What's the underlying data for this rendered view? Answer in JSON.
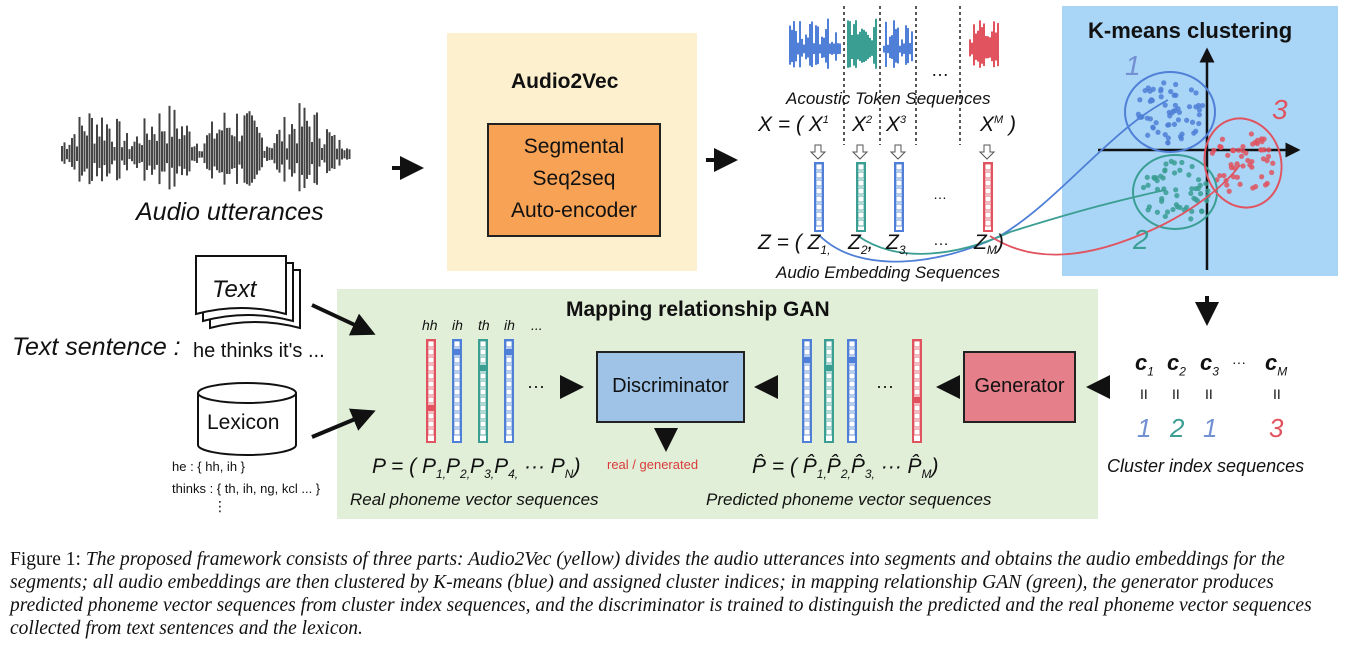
{
  "figure": {
    "audio_utterances": "Audio utterances",
    "audio2vec": {
      "title": "Audio2Vec",
      "box_line1": "Segmental",
      "box_line2": "Seq2seq",
      "box_line3": "Auto-encoder"
    },
    "acoustic": {
      "label": "Acoustic Token Sequences",
      "x_eq": "X = ( X",
      "x1_sup": "1",
      "x2": "X",
      "x2_sup": "2",
      "x3": "X",
      "x3_sup": "3",
      "xm": "X",
      "xm_sup": "M",
      "close": ")",
      "dots_top": "…",
      "dots_mid": "…"
    },
    "embedding": {
      "z_eq": "Z = ( Z",
      "z1_sub": "1,",
      "z2": "Z",
      "z2_sub": "2",
      "z3": "Z",
      "z3_sub": "3,",
      "dots": "…",
      "zm": "Z",
      "zm_sub": "M",
      "close": ")",
      "label": "Audio Embedding Sequences"
    },
    "kmeans": {
      "title": "K-means  clustering",
      "c1": "1",
      "c2": "2",
      "c3": "3"
    },
    "text_input": {
      "doc_label": "Text",
      "sentence_label": "Text sentence :",
      "sentence": "he thinks it's ..."
    },
    "lexicon": {
      "label": "Lexicon",
      "entry1": "he : { hh, ih }",
      "entry2": "thinks : { th, ih, ng, kcl ... }",
      "more": "⋮"
    },
    "gan": {
      "title": "Mapping relationship GAN",
      "phonemes": [
        "hh",
        "ih",
        "th",
        "ih",
        "..."
      ],
      "dots_left": "···",
      "discriminator": "Discriminator",
      "real_generated": "real / generated",
      "generator": "Generator",
      "dots_right": "···",
      "p_eq": "P = ( P",
      "p1_sub": "1,",
      "p2": "P",
      "p2_sub": "2,",
      "p3": "P",
      "p3_sub": "3,",
      "p4": "P",
      "p4_sub": "4,",
      "pdots": "···",
      "pn": "P",
      "pn_sub": "N",
      "pclose": ")",
      "real_label": "Real phoneme vector sequences",
      "ph_eq": "P̂ = ( P̂",
      "ph1_sub": "1,",
      "ph2": "P̂",
      "ph2_sub": "2,",
      "ph3": "P̂",
      "ph3_sub": "3,",
      "phdots": "···",
      "phm": "P̂",
      "phm_sub": "M",
      "phclose": ")",
      "pred_label": "Predicted phoneme vector sequences"
    },
    "clusters": {
      "c_items": [
        "c",
        "c",
        "c",
        "c"
      ],
      "c_subs": [
        "1",
        "2",
        "3",
        "M"
      ],
      "c_dots": "···",
      "eq": "II",
      "values": [
        "1",
        "2",
        "1",
        "3"
      ],
      "label": "Cluster index sequences"
    }
  },
  "caption": {
    "lead": "Figure 1: ",
    "body": "The proposed framework consists of three parts: Audio2Vec (yellow) divides the audio utterances into segments and obtains the audio embeddings for the segments; all audio embeddings are then clustered by K-means (blue) and assigned cluster indices; in mapping relationship GAN (green), the generator produces predicted phoneme vector sequences from cluster index sequences, and the discriminator is trained to distinguish the predicted and the real phoneme vector sequences collected from text sentences and the lexicon."
  },
  "colors": {
    "yellow_panel": "#fdf0cf",
    "orange_box": "#f7a254",
    "blue_panel": "#a9d5f7",
    "green_panel": "#e2efd8",
    "discriminator": "#9ec3e6",
    "generator": "#e57f8a",
    "blue": "#4f7fd6",
    "teal": "#3a9e93",
    "red": "#e0535f"
  }
}
